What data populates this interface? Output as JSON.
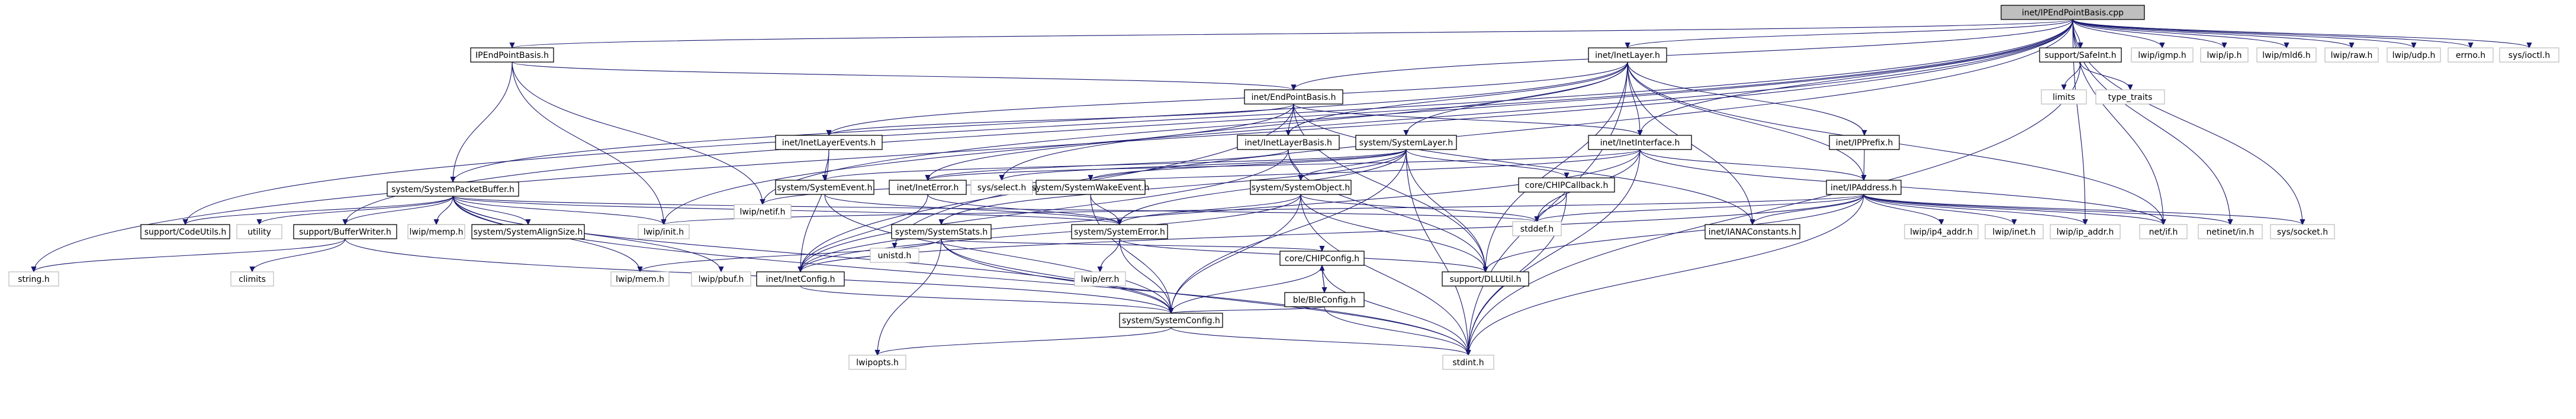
{
  "graph": {
    "edge_color": "#191970",
    "root_fill": "#bfbfbf",
    "ext_border": "#bfbfbf",
    "nodes": [
      {
        "id": "root",
        "label": "inet/IPEndPointBasis.cpp",
        "kind": "root"
      },
      {
        "id": "ipepb_h",
        "label": "IPEndPointBasis.h",
        "kind": "doc"
      },
      {
        "id": "inet_epb",
        "label": "inet/EndPointBasis.h",
        "kind": "doc"
      },
      {
        "id": "inet_layer",
        "label": "inet/InetLayer.h",
        "kind": "doc"
      },
      {
        "id": "safeint",
        "label": "support/SafeInt.h",
        "kind": "doc"
      },
      {
        "id": "igmp",
        "label": "lwip/igmp.h",
        "kind": "ext"
      },
      {
        "id": "ip",
        "label": "lwip/ip.h",
        "kind": "ext"
      },
      {
        "id": "mld6",
        "label": "lwip/mld6.h",
        "kind": "ext"
      },
      {
        "id": "raw",
        "label": "lwip/raw.h",
        "kind": "ext"
      },
      {
        "id": "udp",
        "label": "lwip/udp.h",
        "kind": "ext"
      },
      {
        "id": "errno",
        "label": "errno.h",
        "kind": "ext"
      },
      {
        "id": "ioctl",
        "label": "sys/ioctl.h",
        "kind": "ext"
      },
      {
        "id": "limits",
        "label": "limits",
        "kind": "ext"
      },
      {
        "id": "type_traits",
        "label": "type_traits",
        "kind": "ext"
      },
      {
        "id": "iplayer_events",
        "label": "inet/InetLayerEvents.h",
        "kind": "doc"
      },
      {
        "id": "inet_layerbasis",
        "label": "inet/InetLayerBasis.h",
        "kind": "doc"
      },
      {
        "id": "system_layer",
        "label": "system/SystemLayer.h",
        "kind": "doc"
      },
      {
        "id": "inet_iface",
        "label": "inet/InetInterface.h",
        "kind": "doc"
      },
      {
        "id": "ipprefix",
        "label": "inet/IPPrefix.h",
        "kind": "doc"
      },
      {
        "id": "netif",
        "label": "lwip/netif.h",
        "kind": "ext"
      },
      {
        "id": "sys_pbuf",
        "label": "system/SystemPacketBuffer.h",
        "kind": "doc"
      },
      {
        "id": "sys_event",
        "label": "system/SystemEvent.h",
        "kind": "doc"
      },
      {
        "id": "inet_error",
        "label": "inet/InetError.h",
        "kind": "doc"
      },
      {
        "id": "sys_select",
        "label": "sys/select.h",
        "kind": "ext"
      },
      {
        "id": "sys_wake",
        "label": "system/SystemWakeEvent.h",
        "kind": "doc"
      },
      {
        "id": "sys_object",
        "label": "system/SystemObject.h",
        "kind": "doc"
      },
      {
        "id": "chip_cb",
        "label": "core/CHIPCallback.h",
        "kind": "doc"
      },
      {
        "id": "ipaddr",
        "label": "inet/IPAddress.h",
        "kind": "doc"
      },
      {
        "id": "codeutils",
        "label": "support/CodeUtils.h",
        "kind": "doc"
      },
      {
        "id": "utility",
        "label": "utility",
        "kind": "ext"
      },
      {
        "id": "bufwriter",
        "label": "support/BufferWriter.h",
        "kind": "doc"
      },
      {
        "id": "memp",
        "label": "lwip/memp.h",
        "kind": "ext"
      },
      {
        "id": "alignsize",
        "label": "system/SystemAlignSize.h",
        "kind": "doc"
      },
      {
        "id": "lwip_init",
        "label": "lwip/init.h",
        "kind": "ext"
      },
      {
        "id": "unistd",
        "label": "unistd.h",
        "kind": "ext"
      },
      {
        "id": "sys_stats",
        "label": "system/SystemStats.h",
        "kind": "doc"
      },
      {
        "id": "sys_error",
        "label": "system/SystemError.h",
        "kind": "doc"
      },
      {
        "id": "stddef",
        "label": "stddef.h",
        "kind": "ext"
      },
      {
        "id": "ianaconst",
        "label": "inet/IANAConstants.h",
        "kind": "doc"
      },
      {
        "id": "ip4addr",
        "label": "lwip/ip4_addr.h",
        "kind": "ext"
      },
      {
        "id": "lwip_inet",
        "label": "lwip/inet.h",
        "kind": "ext"
      },
      {
        "id": "ipaddr_h",
        "label": "lwip/ip_addr.h",
        "kind": "ext"
      },
      {
        "id": "net_if",
        "label": "net/if.h",
        "kind": "ext"
      },
      {
        "id": "netinet_in",
        "label": "netinet/in.h",
        "kind": "ext"
      },
      {
        "id": "sys_socket",
        "label": "sys/socket.h",
        "kind": "ext"
      },
      {
        "id": "string_h",
        "label": "string.h",
        "kind": "ext"
      },
      {
        "id": "climits",
        "label": "climits",
        "kind": "ext"
      },
      {
        "id": "lwip_mem",
        "label": "lwip/mem.h",
        "kind": "ext"
      },
      {
        "id": "lwip_pbuf",
        "label": "lwip/pbuf.h",
        "kind": "ext"
      },
      {
        "id": "inet_config",
        "label": "inet/InetConfig.h",
        "kind": "doc"
      },
      {
        "id": "lwip_err",
        "label": "lwip/err.h",
        "kind": "ext"
      },
      {
        "id": "dlutil",
        "label": "support/DLLUtil.h",
        "kind": "doc"
      },
      {
        "id": "chip_config",
        "label": "core/CHIPConfig.h",
        "kind": "doc"
      },
      {
        "id": "ble_config",
        "label": "ble/BleConfig.h",
        "kind": "doc"
      },
      {
        "id": "sys_config",
        "label": "system/SystemConfig.h",
        "kind": "doc"
      },
      {
        "id": "lwipopts",
        "label": "lwipopts.h",
        "kind": "ext"
      },
      {
        "id": "stdint",
        "label": "stdint.h",
        "kind": "ext"
      }
    ]
  }
}
